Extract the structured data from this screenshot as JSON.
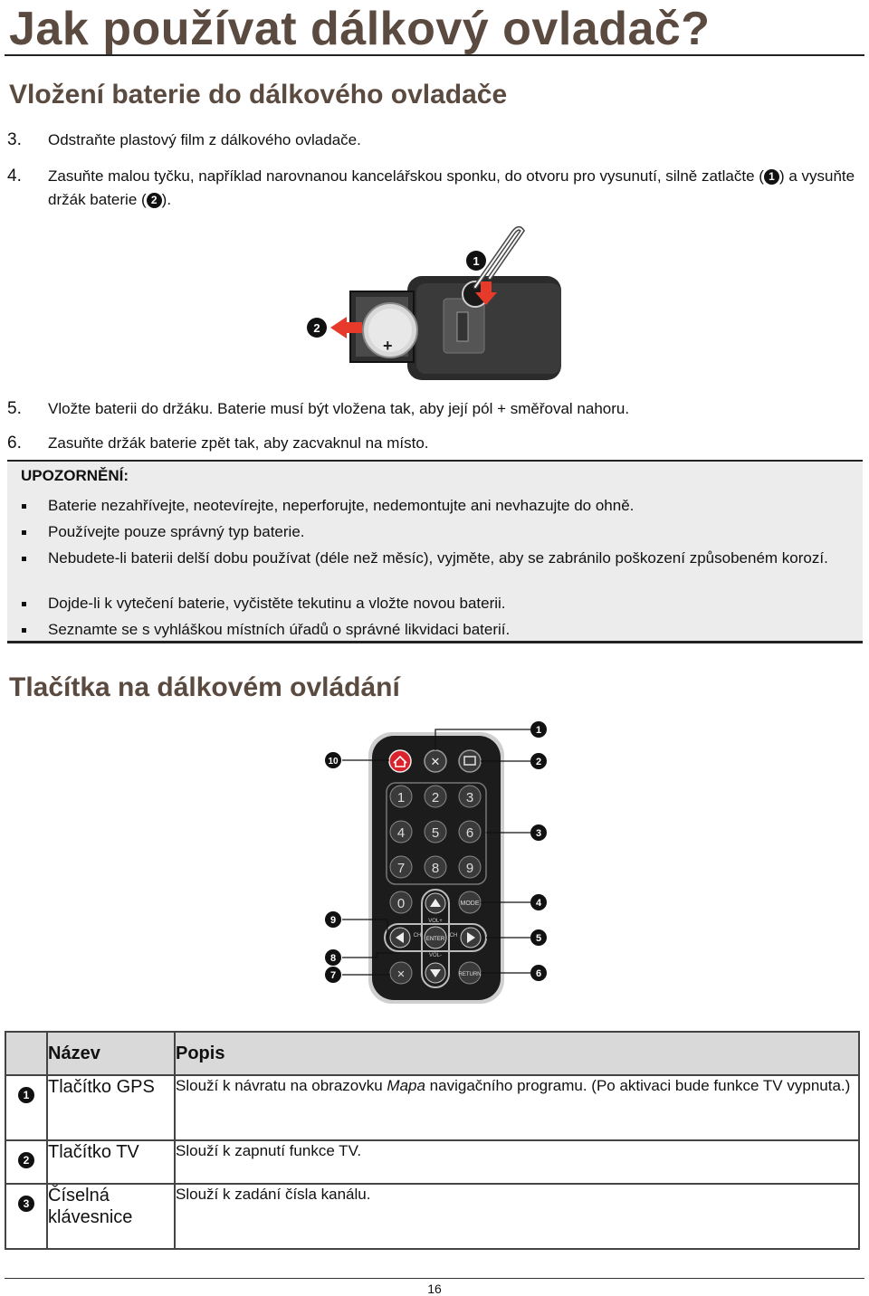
{
  "page": {
    "title": "Jak používat dálkový ovladač?",
    "page_number": "16"
  },
  "battery_section": {
    "heading": "Vložení baterie do dálkového ovladače",
    "steps": [
      {
        "num": "3.",
        "text": "Odstraňte plastový film z dálkového ovladače."
      },
      {
        "num": "4.",
        "text_a": "Zasuňte malou tyčku, například narovnanou kancelářskou sponku, do otvoru pro vysunutí, silně zatlačte (",
        "marker_a": "1",
        "text_b": ") a vysuňte držák baterie (",
        "marker_b": "2",
        "text_c": ")."
      },
      {
        "num": "5.",
        "text": "Vložte baterii do držáku. Baterie musí být vložena tak, aby její pól + směřoval nahoru."
      },
      {
        "num": "6.",
        "text": "Zasuňte držák baterie zpět tak, aby zacvaknul na místo."
      }
    ],
    "figure": {
      "callout_1": "1",
      "callout_2": "2",
      "plus_sign": "+"
    }
  },
  "notice": {
    "heading": "UPOZORNĚNÍ:",
    "items": [
      "Baterie nezahřívejte, neotevírejte, neperforujte, nedemontujte ani nevhazujte do ohně.",
      "Používejte pouze správný typ baterie.",
      "Nebudete-li baterii delší dobu používat (déle než měsíc), vyjměte, aby se zabránilo poškození způsobeném korozí.",
      "Dojde-li k vytečení baterie, vyčistěte tekutinu a vložte novou baterii.",
      "Seznamte se s vyhláškou místních úřadů o správné likvidaci baterií."
    ]
  },
  "buttons_section": {
    "heading": "Tlačítka na dálkovém ovládání",
    "remote": {
      "digits": [
        "1",
        "2",
        "3",
        "4",
        "5",
        "6",
        "7",
        "8",
        "9",
        "0"
      ],
      "mode_label": "MODE",
      "enter_label": "ENTER",
      "return_label": "RETURN",
      "vol_plus": "VOL+",
      "vol_minus": "VOL-",
      "ch_left": "CH",
      "ch_right": "CH",
      "callouts": [
        "1",
        "2",
        "3",
        "4",
        "5",
        "6",
        "7",
        "8",
        "9",
        "10"
      ]
    }
  },
  "table": {
    "header_name": "Název",
    "header_desc": "Popis",
    "rows": [
      {
        "marker": "1",
        "name": "Tlačítko GPS",
        "desc_a": "Slouží k návratu na obrazovku ",
        "desc_em": "Mapa",
        "desc_b": " navigačního programu. (Po aktivaci bude funkce TV vypnuta.)"
      },
      {
        "marker": "2",
        "name": "Tlačítko TV",
        "desc": "Slouží k zapnutí funkce TV."
      },
      {
        "marker": "3",
        "name": "Číselná klávesnice",
        "desc": "Slouží k zadání čísla kanálu."
      }
    ]
  },
  "colors": {
    "heading_brown": "#5a4a3f",
    "notice_bg": "#ececec",
    "table_header_bg": "#d9d9d9",
    "home_button_red": "#d9232d",
    "arrow_red": "#e83a2a"
  }
}
